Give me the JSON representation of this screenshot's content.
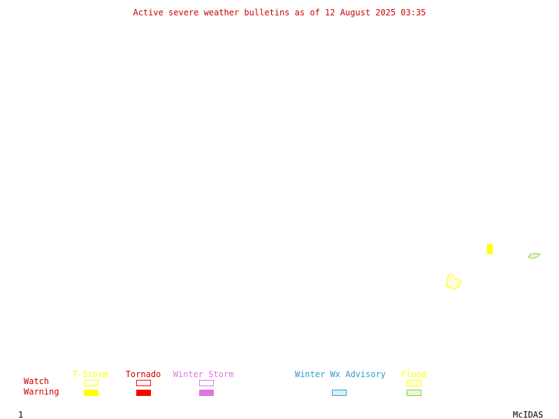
{
  "header": {
    "title": "Active severe weather bulletins as of 12 August 2025 03:35"
  },
  "colors": {
    "title": "#cc0000",
    "row_labels": "#cc0000",
    "tstorm": "#ffff00",
    "tornado": "#ff0000",
    "winter_storm": "#dd77dd",
    "winter_wx_advisory": "#3399cc",
    "flood": "#88cc33",
    "footer": "#000000"
  },
  "legend": {
    "rows": {
      "watch": "Watch",
      "warning": "Warning"
    },
    "categories": [
      {
        "id": "tstorm",
        "label": "T-Storm",
        "watch_style": "outline",
        "warning_style": "filled"
      },
      {
        "id": "tornado",
        "label": "Tornado",
        "watch_style": "outline",
        "warning_style": "filled"
      },
      {
        "id": "winter_storm",
        "label": "Winter Storm",
        "watch_style": "outline",
        "warning_style": "filled"
      },
      {
        "id": "winter_wx_advisory",
        "label": "Winter Wx Advisory",
        "watch_style": "none",
        "warning_style": "hatched"
      },
      {
        "id": "flood",
        "label": "Flood",
        "watch_style": "hatched",
        "warning_style": "hatched"
      }
    ]
  },
  "map": {
    "active_areas": [
      {
        "id": "tstorm-warning-area",
        "type": "T-Storm",
        "status": "Warning",
        "style": "filled"
      },
      {
        "id": "flood-area-east",
        "type": "Flood",
        "style": "hatched"
      },
      {
        "id": "tstorm-area-south",
        "type": "T-Storm",
        "style": "hatched"
      }
    ]
  },
  "footer": {
    "frame_number": "1",
    "brand": "McIDAS"
  }
}
